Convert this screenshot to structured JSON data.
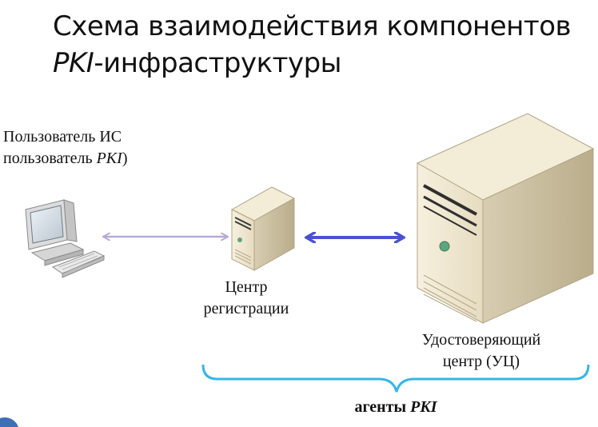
{
  "title": {
    "line1": "Схема взаимодействия компонентов",
    "line2_italic": "PKI",
    "line2_rest": "-инфраструктуры"
  },
  "user": {
    "line1": "Пользователь ИС",
    "line2_prefix": "пользователь ",
    "line2_italic": "PKI",
    "line2_suffix": ")"
  },
  "ra": {
    "line1": "Центр",
    "line2": "регистрации"
  },
  "ca": {
    "line1": "Удостоверяющий",
    "line2": "центр (УЦ)"
  },
  "agents": {
    "prefix": "агенты ",
    "italic": "PKI"
  },
  "colors": {
    "user_link": "#b7a9d6",
    "ca_link": "#4b52d1",
    "brace": "#35b6e6",
    "server_body": "#e9dfc6",
    "server_side": "#cfc3a3"
  }
}
